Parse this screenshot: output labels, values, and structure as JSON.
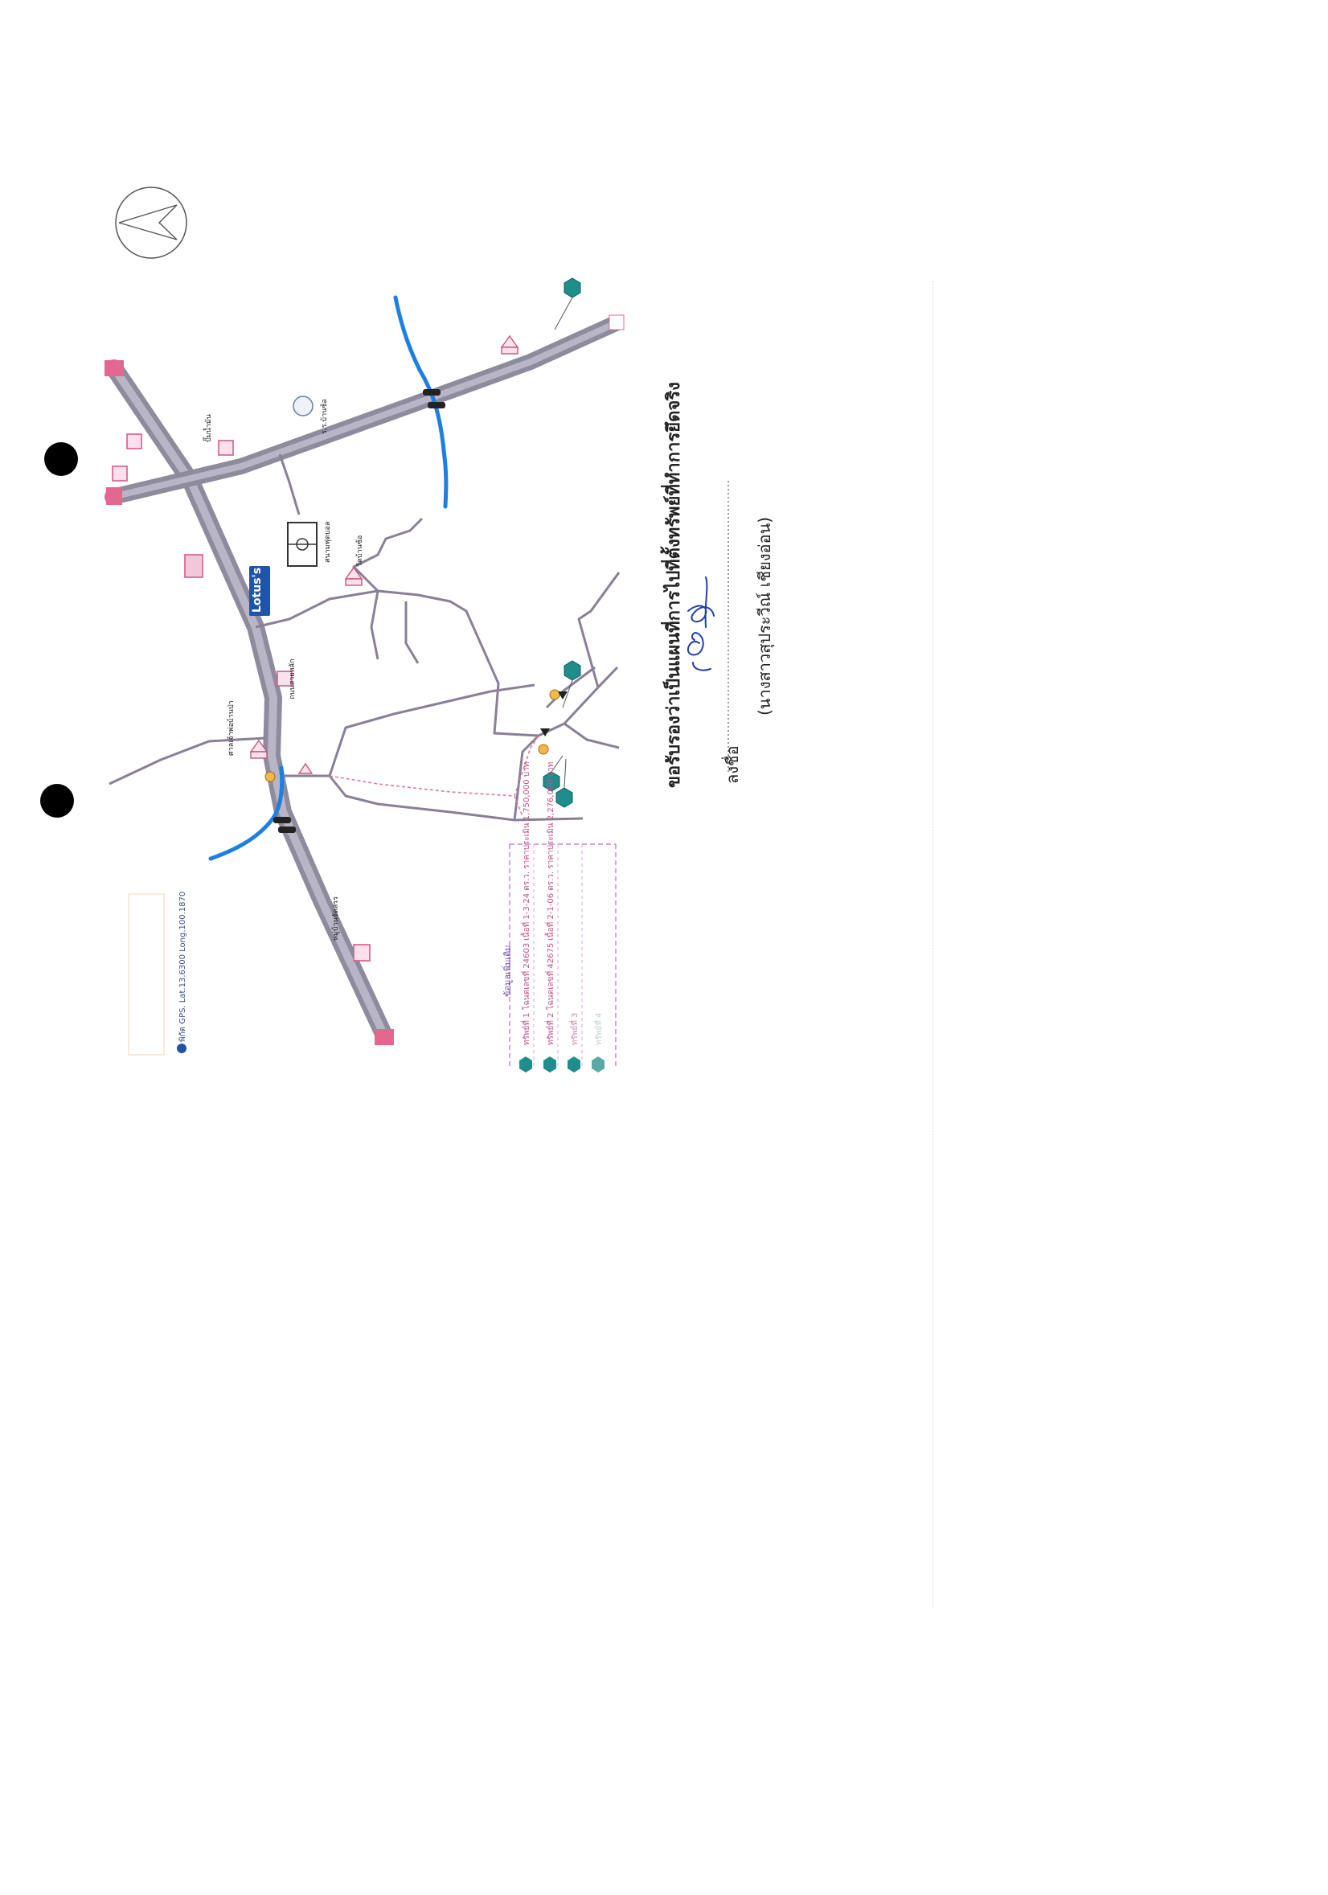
{
  "colors": {
    "road_main": "#6d6b7c",
    "road_main_light": "#a9a7b8",
    "road_secondary": "#8a7f96",
    "water": "#1f7fe0",
    "boundary": "#e07aa8",
    "pin_teal": "#1d8e8c",
    "marker_pink": "#d85a8e",
    "text_dark": "#222222"
  },
  "header": {
    "certify_text": "ขอรับรองว่าเป็นแผนที่การไปที่ตั้งทรัพย์ที่ทำการยึดจริง"
  },
  "signature": {
    "label": "ลงชื่อ",
    "name_line": "(นางสาวสุประวีณ์ เชียงอ่อน)"
  },
  "map": {
    "north_arrow": "north-arrow-icon",
    "store_logo": "Lotus's",
    "place_labels": [
      "วัดบ้านซ้อ",
      "สนามฟุตบอล",
      "ร.ร.บ้านซ้อ",
      "ศาลเจ้าพ่อบ้านป่า",
      "ปั๊มน้ำมัน",
      "หมู่บ้านจัดสรร",
      "ถนนสายหลัก"
    ]
  },
  "legend": {
    "title": "ข้อมูลเพิ่มเติม",
    "items": [
      "ทรัพย์ที่ 1 โฉนดเลขที่ 24603 เนื้อที่ 1-3-24 ตร.ว. ราคาประเมิน 1,750,000 บาท",
      "ทรัพย์ที่ 2 โฉนดเลขที่ 42675 เนื้อที่ 2-1-06 ตร.ว. ราคาประเมิน 2,276,000 บาท",
      "ทรัพย์ที่ 3",
      "ทรัพย์ที่ 4"
    ]
  },
  "gps_note": "พิกัด GPS. Lat.13.6300 Long.100.1870"
}
